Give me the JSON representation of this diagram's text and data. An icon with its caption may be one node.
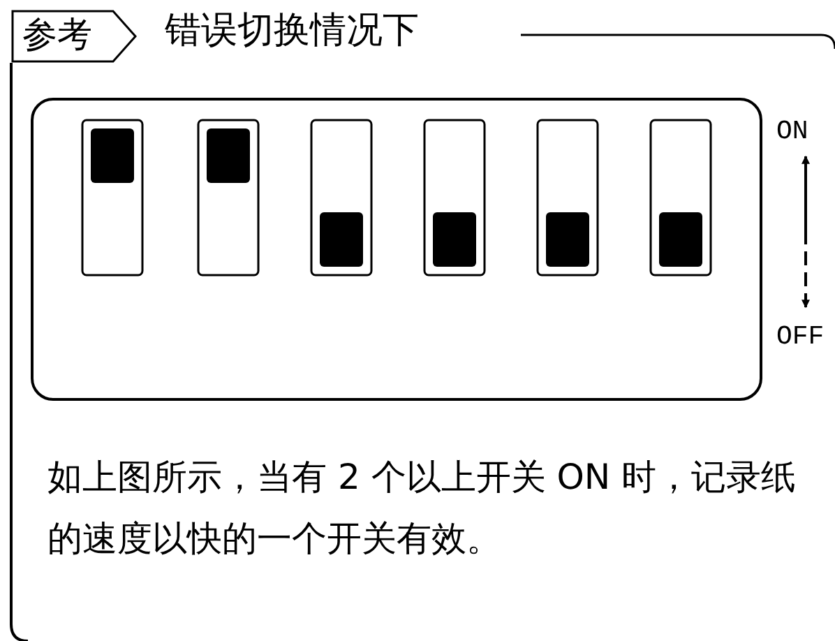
{
  "diagram": {
    "title": "错误切换情况下",
    "nodes": [
      {
        "text": [
          "参考"
        ]
      }
    ],
    "labels": [
      "ON",
      "OFF",
      "如上图所示，当有 2 个以上开关 ON 时，记录纸的速度以快的一个开关有效。"
    ]
  }
}
